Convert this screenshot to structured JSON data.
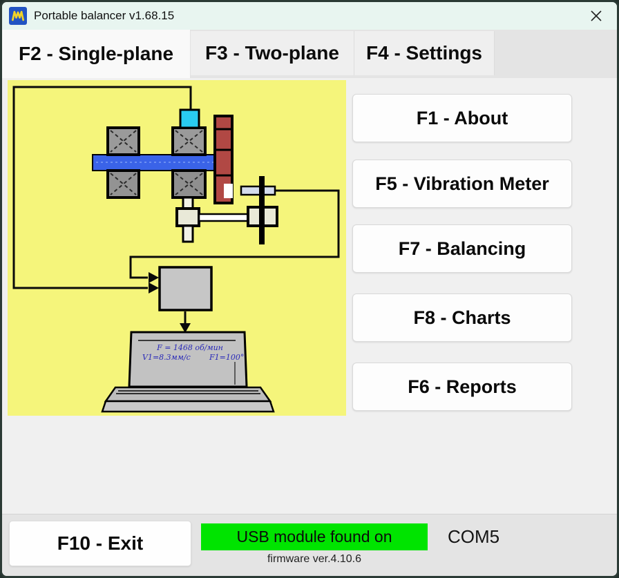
{
  "window": {
    "title": "Portable balancer v1.68.15",
    "icon": "vm-waveform-logo"
  },
  "tabs": [
    {
      "label": "F2 - Single-plane",
      "active": true
    },
    {
      "label": "F3 - Two-plane",
      "active": false
    },
    {
      "label": "F4 - Settings",
      "active": false
    }
  ],
  "menu_buttons": [
    {
      "key": "F1",
      "label": "F1 - About"
    },
    {
      "key": "F5",
      "label": "F5 - Vibration Meter"
    },
    {
      "key": "F7",
      "label": "F7 - Balancing"
    },
    {
      "key": "F8",
      "label": "F8 - Charts"
    },
    {
      "key": "F6",
      "label": "F6 - Reports"
    }
  ],
  "diagram": {
    "description": "balancing-rig-schematic",
    "screen_line1": "F = 1468 об/мин",
    "screen_line2a": "V1=8.3мм/с",
    "screen_line2b": "F1=100°",
    "colors": {
      "background": "#f5f57b",
      "shaft": "#3a63e8",
      "bearing": "#9a9a9a",
      "disc": "#b14844",
      "tacho_sensor": "#29ccf2",
      "module": "#c6c6c6"
    }
  },
  "footer": {
    "exit_label": "F10 - Exit",
    "usb_status": "USB module found on",
    "com_port": "COM5",
    "firmware": "firmware ver.4.10.6",
    "status_color": "#00e400"
  }
}
